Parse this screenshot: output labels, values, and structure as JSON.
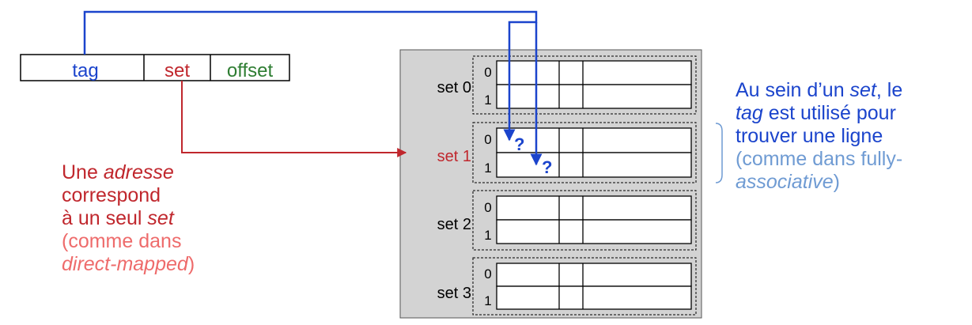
{
  "address": {
    "fields": [
      "tag",
      "set",
      "offset"
    ],
    "colors": {
      "tag": "#1b44cc",
      "set": "#c0272d",
      "offset": "#2e7d32"
    }
  },
  "cache": {
    "sets": [
      {
        "label": "set 0",
        "ways": [
          "0",
          "1"
        ]
      },
      {
        "label": "set 1",
        "ways": [
          "0",
          "1"
        ]
      },
      {
        "label": "set 2",
        "ways": [
          "0",
          "1"
        ]
      },
      {
        "label": "set 3",
        "ways": [
          "0",
          "1"
        ]
      }
    ],
    "highlighted_set_index": 1,
    "highlight_color": "#c0272d",
    "background_color": "#d3d3d3",
    "search_marker": "?"
  },
  "arrows": {
    "tag_color": "#1b44cc",
    "set_color": "#c0272d"
  },
  "note_left": {
    "line1": {
      "pre": "Une ",
      "em": "adresse"
    },
    "line2": "correspond",
    "line3": {
      "pre": "à un seul ",
      "em": "set"
    },
    "line4": "(comme dans",
    "line5": {
      "em": "direct-mapped",
      "post": ")"
    }
  },
  "note_right": {
    "line1": {
      "pre": "Au sein d’un ",
      "em": "set",
      "post": ", le"
    },
    "line2": {
      "em": "tag",
      "post": " est utilisé pour"
    },
    "line3": "trouver une ligne",
    "line4": "(comme dans fully-",
    "line5": {
      "em": "associative",
      "post": ")"
    }
  }
}
